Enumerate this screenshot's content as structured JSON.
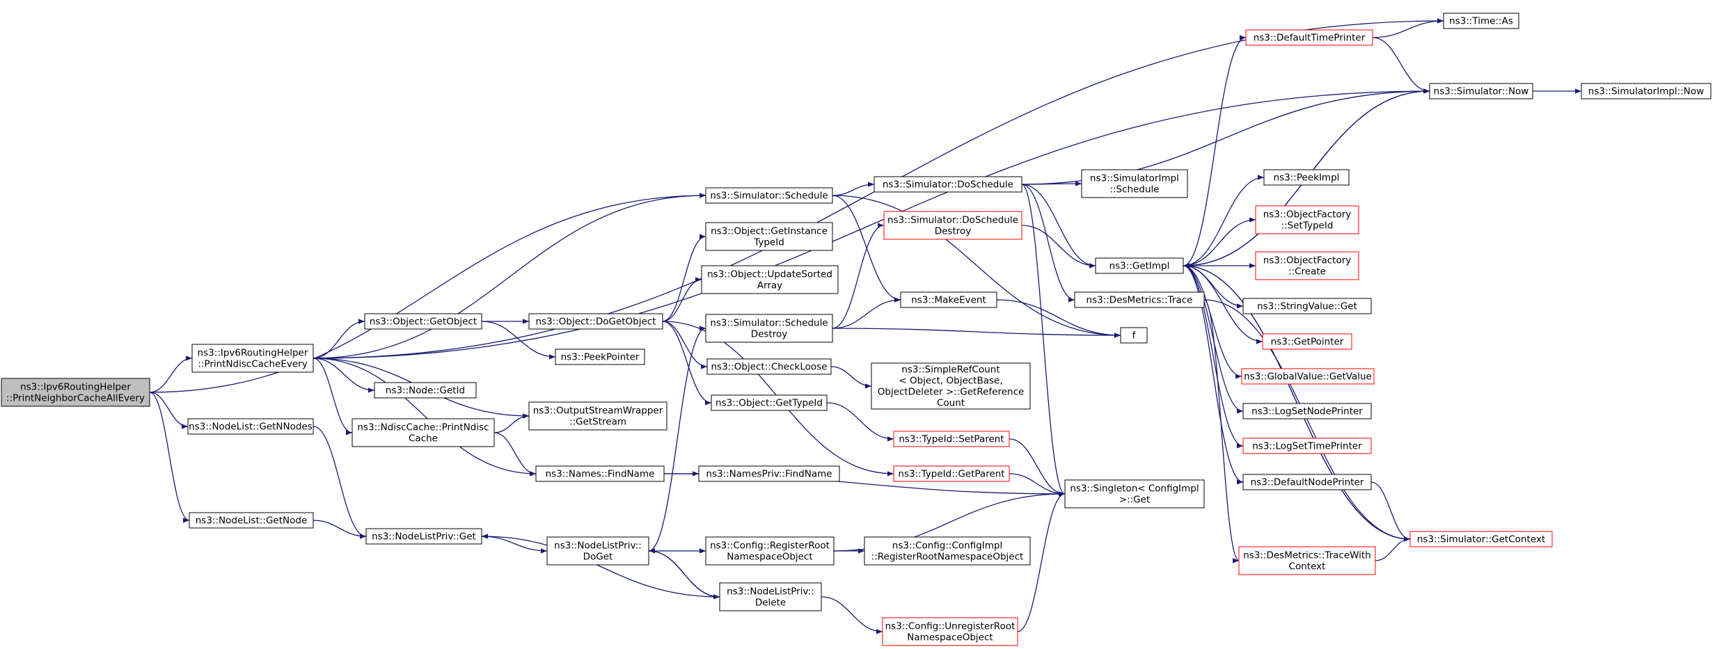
{
  "graph": {
    "edge_color": "#191970",
    "nodes": [
      {
        "id": "root",
        "lines": [
          "ns3::Ipv6RoutingHelper",
          "::PrintNeighborCacheAllEvery"
        ],
        "root": true
      },
      {
        "id": "printNdisc",
        "lines": [
          "ns3::Ipv6RoutingHelper",
          "::PrintNdiscCacheEvery"
        ]
      },
      {
        "id": "nlGetN",
        "lines": [
          "ns3::NodeList::GetNNodes"
        ]
      },
      {
        "id": "nlGetNode",
        "lines": [
          "ns3::NodeList::GetNode"
        ]
      },
      {
        "id": "objGetObject",
        "lines": [
          "ns3::Object::GetObject"
        ]
      },
      {
        "id": "nodeGetId",
        "lines": [
          "ns3::Node::GetId"
        ]
      },
      {
        "id": "ndiscPrint",
        "lines": [
          "ns3::NdiscCache::PrintNdisc",
          "Cache"
        ]
      },
      {
        "id": "nlpGet",
        "lines": [
          "ns3::NodeListPriv::Get"
        ]
      },
      {
        "id": "objDoGet",
        "lines": [
          "ns3::Object::DoGetObject"
        ]
      },
      {
        "id": "peekPointer",
        "lines": [
          "ns3::PeekPointer"
        ]
      },
      {
        "id": "oswGetStream",
        "lines": [
          "ns3::OutputStreamWrapper",
          "::GetStream"
        ]
      },
      {
        "id": "namesFind",
        "lines": [
          "ns3::Names::FindName"
        ]
      },
      {
        "id": "nlpDoGet",
        "lines": [
          "ns3::NodeListPriv::",
          "DoGet"
        ]
      },
      {
        "id": "simSchedule",
        "lines": [
          "ns3::Simulator::Schedule"
        ]
      },
      {
        "id": "objGetInst",
        "lines": [
          "ns3::Object::GetInstance",
          "TypeId"
        ]
      },
      {
        "id": "objUpdSorted",
        "lines": [
          "ns3::Object::UpdateSorted",
          "Array"
        ]
      },
      {
        "id": "simSchedDestroy",
        "lines": [
          "ns3::Simulator::Schedule",
          "Destroy"
        ]
      },
      {
        "id": "objCheckLoose",
        "lines": [
          "ns3::Object::CheckLoose"
        ]
      },
      {
        "id": "objGetTypeId",
        "lines": [
          "ns3::Object::GetTypeId"
        ]
      },
      {
        "id": "namesPrivFind",
        "lines": [
          "ns3::NamesPriv::FindName"
        ]
      },
      {
        "id": "cfgRegRoot",
        "lines": [
          "ns3::Config::RegisterRoot",
          "NamespaceObject"
        ]
      },
      {
        "id": "nlpDelete",
        "lines": [
          "ns3::NodeListPriv::",
          "Delete"
        ]
      },
      {
        "id": "simDoSched",
        "lines": [
          "ns3::Simulator::DoSchedule"
        ]
      },
      {
        "id": "simDoSchedDestroy",
        "lines": [
          "ns3::Simulator::DoSchedule",
          "Destroy"
        ],
        "red": true
      },
      {
        "id": "makeEvent",
        "lines": [
          "ns3::MakeEvent"
        ]
      },
      {
        "id": "srcGetRef",
        "lines": [
          "ns3::SimpleRefCount",
          "< Object, ObjectBase,",
          "ObjectDeleter >::GetReference",
          "Count"
        ]
      },
      {
        "id": "typeSetParent",
        "lines": [
          "ns3::TypeId::SetParent"
        ],
        "red": true
      },
      {
        "id": "typeGetParent",
        "lines": [
          "ns3::TypeId::GetParent"
        ],
        "red": true
      },
      {
        "id": "cfgImplReg",
        "lines": [
          "ns3::Config::ConfigImpl",
          "::RegisterRootNamespaceObject"
        ]
      },
      {
        "id": "cfgUnreg",
        "lines": [
          "ns3::Config::UnregisterRoot",
          "NamespaceObject"
        ],
        "red": true
      },
      {
        "id": "simImplSched",
        "lines": [
          "ns3::SimulatorImpl",
          "::Schedule"
        ]
      },
      {
        "id": "getImpl",
        "lines": [
          "ns3::GetImpl"
        ]
      },
      {
        "id": "desTrace",
        "lines": [
          "ns3::DesMetrics::Trace"
        ]
      },
      {
        "id": "fn",
        "lines": [
          "f"
        ]
      },
      {
        "id": "singleton",
        "lines": [
          "ns3::Singleton< ConfigImpl",
          " >::Get"
        ]
      },
      {
        "id": "timeAs",
        "lines": [
          "ns3::Time::As"
        ]
      },
      {
        "id": "defTimePrinter",
        "lines": [
          "ns3::DefaultTimePrinter"
        ],
        "red": true
      },
      {
        "id": "simNow",
        "lines": [
          "ns3::Simulator::Now"
        ]
      },
      {
        "id": "simImplNow",
        "lines": [
          "ns3::SimulatorImpl::Now"
        ]
      },
      {
        "id": "peekImpl",
        "lines": [
          "ns3::PeekImpl"
        ]
      },
      {
        "id": "ofSetType",
        "lines": [
          "ns3::ObjectFactory",
          "::SetTypeId"
        ],
        "red": true
      },
      {
        "id": "ofCreate",
        "lines": [
          "ns3::ObjectFactory",
          "::Create"
        ],
        "red": true
      },
      {
        "id": "strValGet",
        "lines": [
          "ns3::StringValue::Get"
        ]
      },
      {
        "id": "getPointer",
        "lines": [
          "ns3::GetPointer"
        ],
        "red": true
      },
      {
        "id": "gvGetValue",
        "lines": [
          "ns3::GlobalValue::GetValue"
        ],
        "red": true
      },
      {
        "id": "logSetNode",
        "lines": [
          "ns3::LogSetNodePrinter"
        ]
      },
      {
        "id": "logSetTime",
        "lines": [
          "ns3::LogSetTimePrinter"
        ],
        "red": true
      },
      {
        "id": "defNodePrinter",
        "lines": [
          "ns3::DefaultNodePrinter"
        ]
      },
      {
        "id": "simGetContext",
        "lines": [
          "ns3::Simulator::GetContext"
        ],
        "red": true
      },
      {
        "id": "desTraceCtx",
        "lines": [
          "ns3::DesMetrics::TraceWith",
          "Context"
        ],
        "red": true
      }
    ],
    "edges": [
      [
        "root",
        "printNdisc"
      ],
      [
        "root",
        "nlGetN"
      ],
      [
        "root",
        "nlGetNode"
      ],
      [
        "root",
        "simSchedule"
      ],
      [
        "printNdisc",
        "timeAs"
      ],
      [
        "printNdisc",
        "simNow"
      ],
      [
        "printNdisc",
        "simSchedule"
      ],
      [
        "printNdisc",
        "objGetObject"
      ],
      [
        "printNdisc",
        "nodeGetId"
      ],
      [
        "printNdisc",
        "ndiscPrint"
      ],
      [
        "printNdisc",
        "oswGetStream"
      ],
      [
        "printNdisc",
        "namesFind"
      ],
      [
        "nlGetN",
        "nlpGet"
      ],
      [
        "nlGetNode",
        "nlpGet"
      ],
      [
        "objGetObject",
        "objDoGet"
      ],
      [
        "objGetObject",
        "peekPointer"
      ],
      [
        "ndiscPrint",
        "oswGetStream"
      ],
      [
        "ndiscPrint",
        "namesFind"
      ],
      [
        "nlpGet",
        "nlpDoGet"
      ],
      [
        "objDoGet",
        "objGetInst"
      ],
      [
        "objDoGet",
        "objUpdSorted"
      ],
      [
        "objDoGet",
        "objCheckLoose"
      ],
      [
        "objDoGet",
        "objGetTypeId"
      ],
      [
        "objDoGet",
        "typeGetParent"
      ],
      [
        "namesFind",
        "namesPrivFind"
      ],
      [
        "namesFind",
        "singleton"
      ],
      [
        "nlpDoGet",
        "simSchedDestroy"
      ],
      [
        "nlpDoGet",
        "cfgRegRoot"
      ],
      [
        "nlpDoGet",
        "nlpDelete"
      ],
      [
        "nlpDelete",
        "nlpDoGet"
      ],
      [
        "nlpDelete",
        "nlpGet"
      ],
      [
        "nlpDelete",
        "cfgUnreg"
      ],
      [
        "simSchedule",
        "simDoSched"
      ],
      [
        "simSchedule",
        "makeEvent"
      ],
      [
        "simSchedule",
        "fn"
      ],
      [
        "simSchedDestroy",
        "simDoSchedDestroy"
      ],
      [
        "simSchedDestroy",
        "makeEvent"
      ],
      [
        "simSchedDestroy",
        "fn"
      ],
      [
        "objCheckLoose",
        "srcGetRef"
      ],
      [
        "objGetTypeId",
        "typeSetParent"
      ],
      [
        "cfgRegRoot",
        "cfgImplReg"
      ],
      [
        "cfgRegRoot",
        "singleton"
      ],
      [
        "cfgUnreg",
        "singleton"
      ],
      [
        "typeSetParent",
        "singleton"
      ],
      [
        "typeGetParent",
        "singleton"
      ],
      [
        "simDoSched",
        "simNow"
      ],
      [
        "simDoSched",
        "simImplSched"
      ],
      [
        "simDoSched",
        "getImpl"
      ],
      [
        "simDoSched",
        "desTrace"
      ],
      [
        "simDoSched",
        "singleton"
      ],
      [
        "simDoSchedDestroy",
        "getImpl"
      ],
      [
        "makeEvent",
        "fn"
      ],
      [
        "desTrace",
        "simGetContext"
      ],
      [
        "desTrace",
        "desTraceCtx"
      ],
      [
        "getImpl",
        "defTimePrinter"
      ],
      [
        "getImpl",
        "simNow"
      ],
      [
        "getImpl",
        "peekImpl"
      ],
      [
        "getImpl",
        "ofSetType"
      ],
      [
        "getImpl",
        "ofCreate"
      ],
      [
        "getImpl",
        "strValGet"
      ],
      [
        "getImpl",
        "getPointer"
      ],
      [
        "getImpl",
        "gvGetValue"
      ],
      [
        "getImpl",
        "logSetNode"
      ],
      [
        "getImpl",
        "logSetTime"
      ],
      [
        "getImpl",
        "defNodePrinter"
      ],
      [
        "getImpl",
        "simGetContext"
      ],
      [
        "defTimePrinter",
        "timeAs"
      ],
      [
        "defTimePrinter",
        "simNow"
      ],
      [
        "simNow",
        "simImplNow"
      ],
      [
        "simNow",
        "getImpl"
      ],
      [
        "defNodePrinter",
        "simGetContext"
      ],
      [
        "desTraceCtx",
        "simGetContext"
      ],
      [
        "simGetContext",
        "getImpl"
      ]
    ]
  }
}
